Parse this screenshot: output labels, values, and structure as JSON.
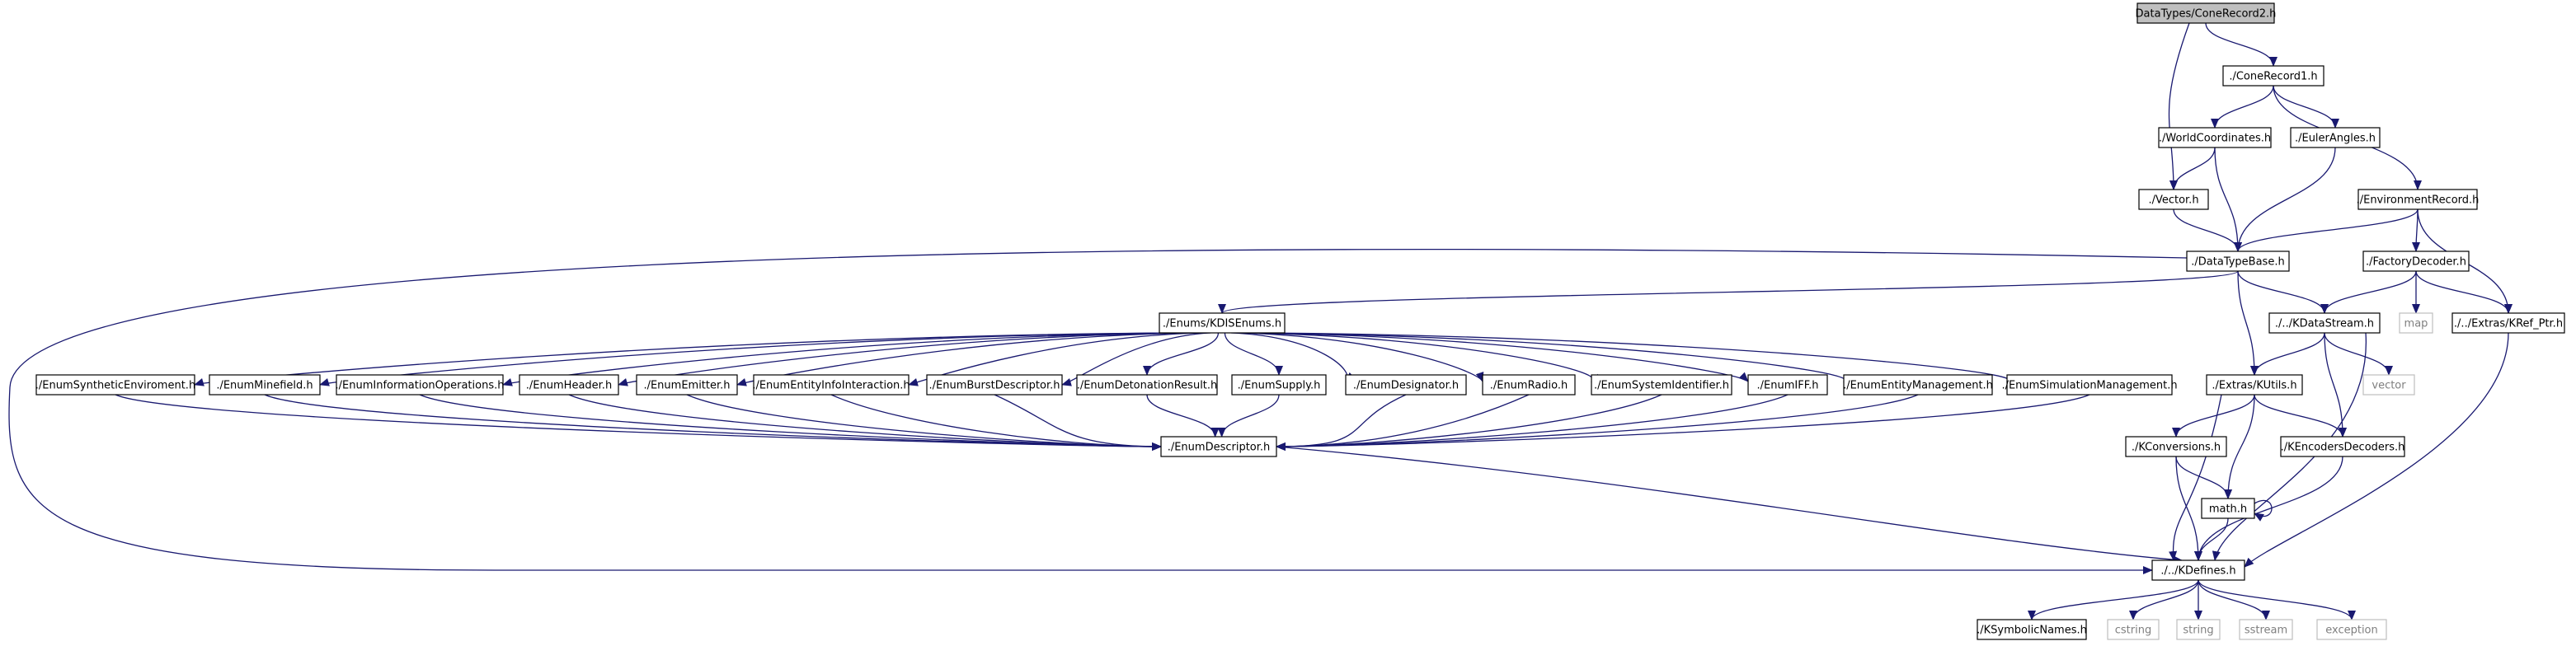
{
  "graph": {
    "colors": {
      "edge": "#191970",
      "box_border": "#000000",
      "ext_border": "#bfbfbf",
      "ext_text": "#7f7f7f",
      "root_fill": "#bfbfbf",
      "text": "#000000"
    },
    "nodes": [
      {
        "id": "root",
        "label": "DataTypes/ConeRecord2.h",
        "kind": "root"
      },
      {
        "id": "cone1",
        "label": "./ConeRecord1.h",
        "kind": "file"
      },
      {
        "id": "world",
        "label": "./WorldCoordinates.h",
        "kind": "file"
      },
      {
        "id": "euler",
        "label": "./EulerAngles.h",
        "kind": "file"
      },
      {
        "id": "vector_h",
        "label": "./Vector.h",
        "kind": "file"
      },
      {
        "id": "env",
        "label": "./EnvironmentRecord.h",
        "kind": "file"
      },
      {
        "id": "dtb",
        "label": "./DataTypeBase.h",
        "kind": "file"
      },
      {
        "id": "factory",
        "label": "./FactoryDecoder.h",
        "kind": "file"
      },
      {
        "id": "kdis_enums",
        "label": "./Enums/KDISEnums.h",
        "kind": "file"
      },
      {
        "id": "kds",
        "label": "./../KDataStream.h",
        "kind": "file"
      },
      {
        "id": "map",
        "label": "map",
        "kind": "external"
      },
      {
        "id": "kref",
        "label": "./../Extras/KRef_Ptr.h",
        "kind": "file"
      },
      {
        "id": "e_synth",
        "label": "./EnumSyntheticEnviroment.h",
        "kind": "file"
      },
      {
        "id": "e_mine",
        "label": "./EnumMinefield.h",
        "kind": "file"
      },
      {
        "id": "e_info",
        "label": "./EnumInformationOperations.h",
        "kind": "file"
      },
      {
        "id": "e_header",
        "label": "./EnumHeader.h",
        "kind": "file"
      },
      {
        "id": "e_emitter",
        "label": "./EnumEmitter.h",
        "kind": "file"
      },
      {
        "id": "e_entinfo",
        "label": "./EnumEntityInfoInteraction.h",
        "kind": "file"
      },
      {
        "id": "e_burst",
        "label": "./EnumBurstDescriptor.h",
        "kind": "file"
      },
      {
        "id": "e_deton",
        "label": "./EnumDetonationResult.h",
        "kind": "file"
      },
      {
        "id": "e_supply",
        "label": "./EnumSupply.h",
        "kind": "file"
      },
      {
        "id": "e_design",
        "label": "./EnumDesignator.h",
        "kind": "file"
      },
      {
        "id": "e_radio",
        "label": "./EnumRadio.h",
        "kind": "file"
      },
      {
        "id": "e_sysid",
        "label": "./EnumSystemIdentifier.h",
        "kind": "file"
      },
      {
        "id": "e_iff",
        "label": "./EnumIFF.h",
        "kind": "file"
      },
      {
        "id": "e_entmgmt",
        "label": "./EnumEntityManagement.h",
        "kind": "file"
      },
      {
        "id": "e_simmgmt",
        "label": "./EnumSimulationManagement.h",
        "kind": "file"
      },
      {
        "id": "kutils",
        "label": "./Extras/KUtils.h",
        "kind": "file"
      },
      {
        "id": "vector_ext",
        "label": "vector",
        "kind": "external"
      },
      {
        "id": "enum_desc",
        "label": "./EnumDescriptor.h",
        "kind": "file"
      },
      {
        "id": "kconv",
        "label": "./KConversions.h",
        "kind": "file"
      },
      {
        "id": "kenc",
        "label": "./KEncodersDecoders.h",
        "kind": "file"
      },
      {
        "id": "math",
        "label": "math.h",
        "kind": "file"
      },
      {
        "id": "kdefines",
        "label": "./../KDefines.h",
        "kind": "file"
      },
      {
        "id": "ksym",
        "label": "./KSymbolicNames.h",
        "kind": "file"
      },
      {
        "id": "cstring",
        "label": "cstring",
        "kind": "external"
      },
      {
        "id": "string",
        "label": "string",
        "kind": "external"
      },
      {
        "id": "sstream",
        "label": "sstream",
        "kind": "external"
      },
      {
        "id": "exception",
        "label": "exception",
        "kind": "external"
      }
    ],
    "edges": [
      [
        "root",
        "cone1"
      ],
      [
        "root",
        "vector_h"
      ],
      [
        "cone1",
        "world"
      ],
      [
        "cone1",
        "euler"
      ],
      [
        "cone1",
        "env"
      ],
      [
        "world",
        "vector_h"
      ],
      [
        "world",
        "dtb"
      ],
      [
        "euler",
        "dtb"
      ],
      [
        "vector_h",
        "dtb"
      ],
      [
        "env",
        "dtb"
      ],
      [
        "env",
        "factory"
      ],
      [
        "env",
        "kref"
      ],
      [
        "dtb",
        "kdis_enums"
      ],
      [
        "dtb",
        "kds"
      ],
      [
        "dtb",
        "kutils"
      ],
      [
        "dtb",
        "kdefines"
      ],
      [
        "factory",
        "kds"
      ],
      [
        "factory",
        "map"
      ],
      [
        "factory",
        "kref"
      ],
      [
        "kdis_enums",
        "e_synth"
      ],
      [
        "kdis_enums",
        "e_mine"
      ],
      [
        "kdis_enums",
        "e_info"
      ],
      [
        "kdis_enums",
        "e_header"
      ],
      [
        "kdis_enums",
        "e_emitter"
      ],
      [
        "kdis_enums",
        "e_entinfo"
      ],
      [
        "kdis_enums",
        "e_burst"
      ],
      [
        "kdis_enums",
        "e_deton"
      ],
      [
        "kdis_enums",
        "e_supply"
      ],
      [
        "kdis_enums",
        "e_design"
      ],
      [
        "kdis_enums",
        "e_radio"
      ],
      [
        "kdis_enums",
        "e_sysid"
      ],
      [
        "kdis_enums",
        "e_iff"
      ],
      [
        "kdis_enums",
        "e_entmgmt"
      ],
      [
        "kdis_enums",
        "e_simmgmt"
      ],
      [
        "e_synth",
        "enum_desc"
      ],
      [
        "e_mine",
        "enum_desc"
      ],
      [
        "e_info",
        "enum_desc"
      ],
      [
        "e_header",
        "enum_desc"
      ],
      [
        "e_emitter",
        "enum_desc"
      ],
      [
        "e_entinfo",
        "enum_desc"
      ],
      [
        "e_burst",
        "enum_desc"
      ],
      [
        "e_deton",
        "enum_desc"
      ],
      [
        "e_supply",
        "enum_desc"
      ],
      [
        "e_design",
        "enum_desc"
      ],
      [
        "e_radio",
        "enum_desc"
      ],
      [
        "e_sysid",
        "enum_desc"
      ],
      [
        "e_iff",
        "enum_desc"
      ],
      [
        "e_entmgmt",
        "enum_desc"
      ],
      [
        "e_simmgmt",
        "enum_desc"
      ],
      [
        "enum_desc",
        "kdefines"
      ],
      [
        "kds",
        "kutils"
      ],
      [
        "kds",
        "vector_ext"
      ],
      [
        "kds",
        "kenc"
      ],
      [
        "kds",
        "kdefines"
      ],
      [
        "kref",
        "kdefines"
      ],
      [
        "kutils",
        "kconv"
      ],
      [
        "kutils",
        "kenc"
      ],
      [
        "kutils",
        "math"
      ],
      [
        "kutils",
        "kdefines"
      ],
      [
        "kconv",
        "math"
      ],
      [
        "kconv",
        "kdefines"
      ],
      [
        "math",
        "math"
      ],
      [
        "math",
        "kdefines"
      ],
      [
        "kenc",
        "kdefines"
      ],
      [
        "kdefines",
        "ksym"
      ],
      [
        "kdefines",
        "cstring"
      ],
      [
        "kdefines",
        "string"
      ],
      [
        "kdefines",
        "sstream"
      ],
      [
        "kdefines",
        "exception"
      ]
    ]
  }
}
